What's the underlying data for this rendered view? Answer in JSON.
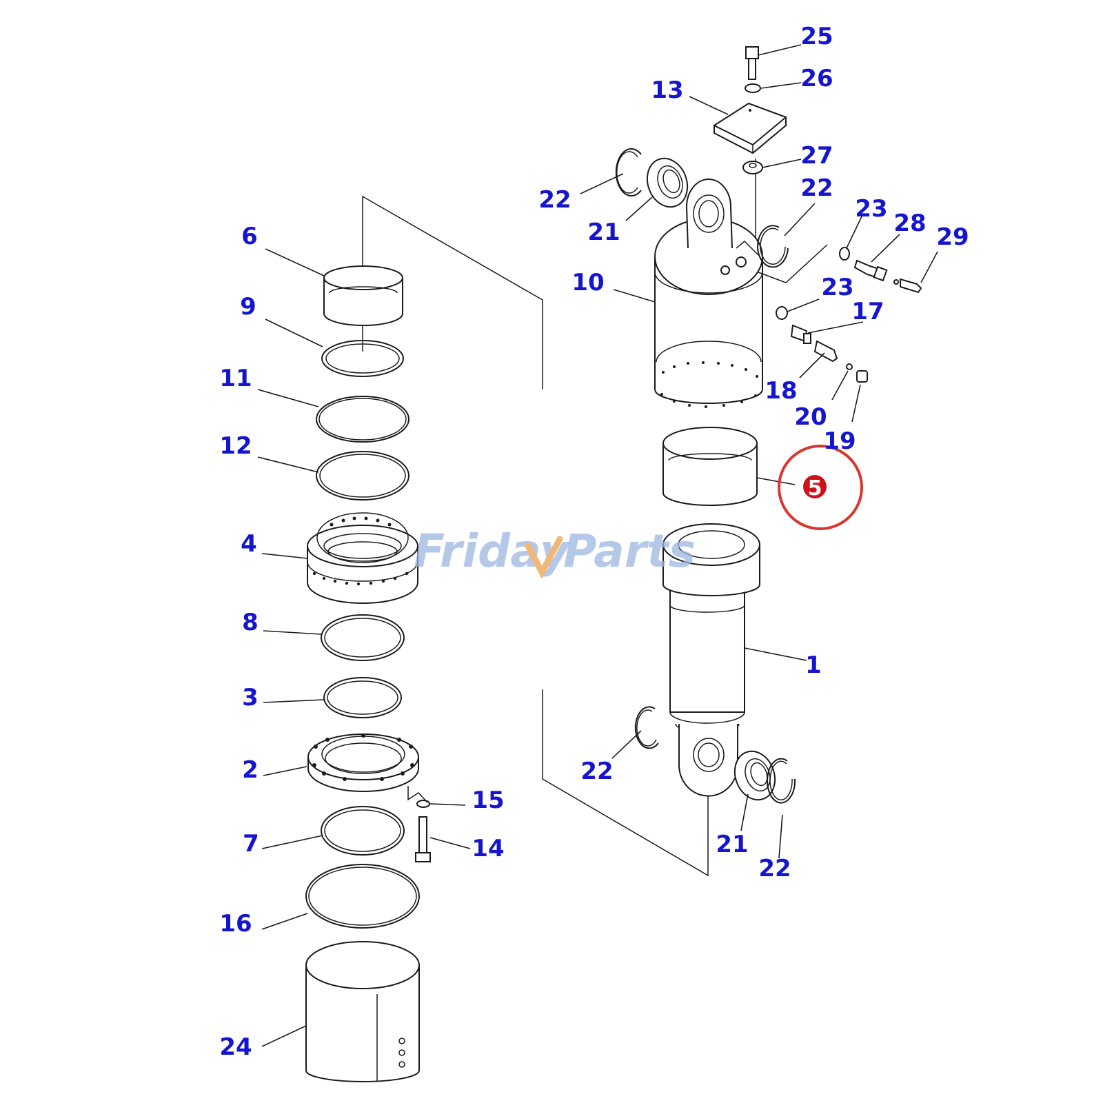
{
  "watermark": {
    "brand_left": "Friday",
    "brand_right": "Parts",
    "color_text": "#9db6e0",
    "color_mark": "#f0b878"
  },
  "highlight": {
    "part": "5",
    "badge_color": "#d0111b",
    "ring_color": "#d8362f"
  },
  "callouts": {
    "c1": "1",
    "c2": "2",
    "c3": "3",
    "c4": "4",
    "c5": "5",
    "c6": "6",
    "c7": "7",
    "c8": "8",
    "c9": "9",
    "c10": "10",
    "c11": "11",
    "c12": "12",
    "c13": "13",
    "c14": "14",
    "c15": "15",
    "c16": "16",
    "c17": "17",
    "c18": "18",
    "c19": "19",
    "c20": "20",
    "c21a": "21",
    "c21b": "21",
    "c22a": "22",
    "c22b": "22",
    "c22c": "22",
    "c22d": "22",
    "c23a": "23",
    "c23b": "23",
    "c24": "24",
    "c25": "25",
    "c26": "26",
    "c27": "27",
    "c28": "28",
    "c29": "29"
  },
  "label_color": "#1515d0"
}
